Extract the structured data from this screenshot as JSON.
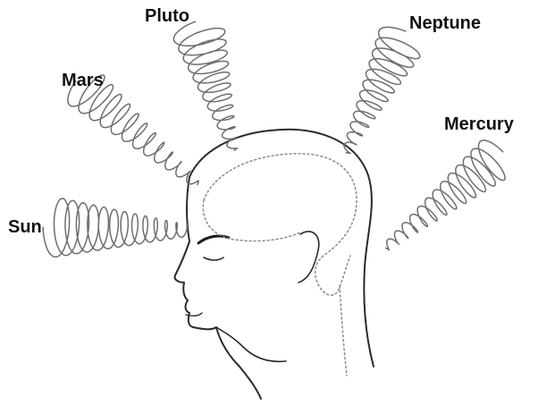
{
  "labels": {
    "pluto": "Pluto",
    "neptune": "Neptune",
    "mars": "Mars",
    "mercury": "Mercury",
    "sun": "Sun"
  },
  "colors": {
    "background": "#ffffff",
    "head_outline": "#2a2a2a",
    "brain_outline": "#8a8a8a",
    "wave_stroke": "#6e6e6e",
    "text": "#111111"
  }
}
